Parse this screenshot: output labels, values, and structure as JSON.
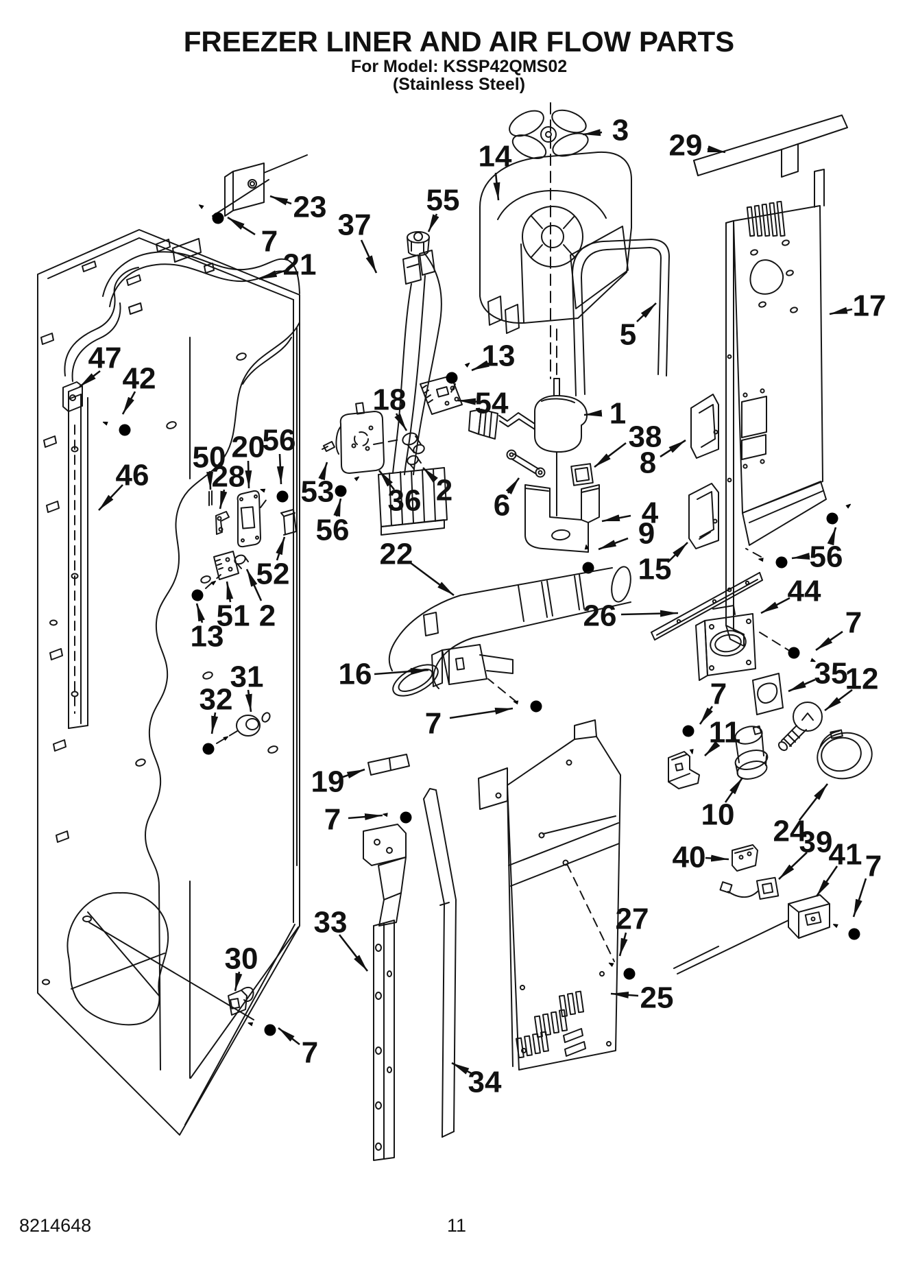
{
  "title": {
    "line1": "FREEZER LINER AND AIR FLOW PARTS",
    "line2": "For Model: KSSP42QMS02",
    "line3": "(Stainless Steel)"
  },
  "footer": {
    "doc_number": "8214648",
    "page_number": "11"
  },
  "colors": {
    "ink": "#151515",
    "paper": "#ffffff"
  },
  "diagram": {
    "callouts": [
      {
        "label": "3",
        "text": [
          905,
          190
        ],
        "arrows": [
          [
            878,
            193,
            850,
            196
          ]
        ]
      },
      {
        "label": "14",
        "text": [
          722,
          228
        ],
        "arrows": [
          [
            723,
            252,
            727,
            292
          ]
        ]
      },
      {
        "label": "29",
        "text": [
          1000,
          212
        ],
        "arrows": [
          [
            1032,
            217,
            1058,
            222
          ]
        ]
      },
      {
        "label": "23",
        "text": [
          452,
          302
        ],
        "arrows": [
          [
            425,
            297,
            394,
            286
          ]
        ]
      },
      {
        "label": "7",
        "text": [
          393,
          352
        ],
        "arrows": [
          [
            372,
            342,
            332,
            317
          ]
        ]
      },
      {
        "label": "37",
        "text": [
          517,
          328
        ],
        "arrows": [
          [
            527,
            350,
            549,
            398
          ]
        ]
      },
      {
        "label": "55",
        "text": [
          646,
          292
        ],
        "arrows": [
          [
            637,
            312,
            625,
            338
          ]
        ]
      },
      {
        "label": "21",
        "text": [
          437,
          386
        ],
        "arrows": [
          [
            418,
            394,
            378,
            407
          ]
        ]
      },
      {
        "label": "5",
        "text": [
          916,
          488
        ],
        "arrows": [
          [
            929,
            469,
            957,
            442
          ]
        ]
      },
      {
        "label": "17",
        "text": [
          1268,
          446
        ],
        "arrows": [
          [
            1243,
            451,
            1210,
            458
          ]
        ]
      },
      {
        "label": "13",
        "text": [
          727,
          519
        ],
        "arrows": [
          [
            712,
            530,
            688,
            540
          ]
        ]
      },
      {
        "label": "18",
        "text": [
          568,
          583
        ],
        "arrows": [
          [
            578,
            603,
            593,
            628
          ]
        ]
      },
      {
        "label": "54",
        "text": [
          717,
          588
        ],
        "arrows": [
          [
            699,
            586,
            668,
            584
          ]
        ]
      },
      {
        "label": "47",
        "text": [
          153,
          522
        ],
        "arrows": [
          [
            146,
            541,
            116,
            564
          ]
        ]
      },
      {
        "label": "42",
        "text": [
          203,
          552
        ],
        "arrows": [
          [
            197,
            571,
            179,
            604
          ]
        ]
      },
      {
        "label": "1",
        "text": [
          901,
          603
        ],
        "arrows": [
          [
            873,
            603,
            852,
            605
          ]
        ]
      },
      {
        "label": "38",
        "text": [
          941,
          637
        ],
        "arrows": [
          [
            913,
            646,
            867,
            681
          ]
        ]
      },
      {
        "label": "8",
        "text": [
          945,
          675
        ],
        "arrows": [
          [
            963,
            666,
            1000,
            642
          ]
        ]
      },
      {
        "label": "46",
        "text": [
          193,
          693
        ],
        "arrows": [
          [
            179,
            707,
            144,
            744
          ]
        ]
      },
      {
        "label": "50",
        "text": [
          305,
          667
        ],
        "arrows": [
          [
            306,
            687,
            307,
            714
          ]
        ]
      },
      {
        "label": "20",
        "text": [
          362,
          652
        ],
        "arrows": [
          [
            362,
            672,
            363,
            712
          ]
        ]
      },
      {
        "label": "56",
        "text": [
          407,
          642
        ],
        "arrows": [
          [
            408,
            662,
            410,
            706
          ]
        ]
      },
      {
        "label": "28",
        "text": [
          333,
          695
        ],
        "arrows": [
          [
            327,
            714,
            321,
            742
          ]
        ]
      },
      {
        "label": "53",
        "text": [
          463,
          717
        ],
        "arrows": [
          [
            469,
            699,
            477,
            674
          ]
        ]
      },
      {
        "label": "56",
        "text": [
          485,
          773
        ],
        "arrows": [
          [
            491,
            753,
            497,
            727
          ]
        ]
      },
      {
        "label": "52",
        "text": [
          398,
          837
        ],
        "arrows": [
          [
            404,
            817,
            415,
            783
          ]
        ]
      },
      {
        "label": "51",
        "text": [
          340,
          898
        ],
        "arrows": [
          [
            336,
            878,
            331,
            848
          ]
        ]
      },
      {
        "label": "2",
        "text": [
          390,
          898
        ],
        "arrows": [
          [
            381,
            876,
            360,
            830
          ]
        ]
      },
      {
        "label": "13",
        "text": [
          302,
          928
        ],
        "arrows": [
          [
            295,
            908,
            287,
            880
          ]
        ]
      },
      {
        "label": "36",
        "text": [
          590,
          730
        ],
        "arrows": [
          [
            575,
            714,
            553,
            686
          ]
        ]
      },
      {
        "label": "2",
        "text": [
          648,
          715
        ],
        "arrows": [
          [
            635,
            700,
            617,
            682
          ]
        ]
      },
      {
        "label": "6",
        "text": [
          732,
          737
        ],
        "arrows": [
          [
            741,
            719,
            757,
            697
          ]
        ]
      },
      {
        "label": "4",
        "text": [
          948,
          748
        ],
        "arrows": [
          [
            920,
            752,
            878,
            760
          ]
        ]
      },
      {
        "label": "9",
        "text": [
          943,
          778
        ],
        "arrows": [
          [
            916,
            785,
            873,
            801
          ]
        ]
      },
      {
        "label": "15",
        "text": [
          955,
          830
        ],
        "arrows": [
          [
            974,
            820,
            1003,
            791
          ]
        ]
      },
      {
        "label": "26",
        "text": [
          875,
          898
        ],
        "arrows": [
          [
            906,
            896,
            989,
            894
          ]
        ]
      },
      {
        "label": "22",
        "text": [
          578,
          808
        ],
        "arrows": [
          [
            599,
            821,
            662,
            868
          ]
        ]
      },
      {
        "label": "16",
        "text": [
          518,
          983
        ],
        "arrows": [
          [
            546,
            983,
            625,
            977
          ]
        ]
      },
      {
        "label": "7",
        "text": [
          632,
          1055
        ],
        "arrows": [
          [
            656,
            1047,
            748,
            1033
          ]
        ]
      },
      {
        "label": "44",
        "text": [
          1173,
          862
        ],
        "arrows": [
          [
            1152,
            872,
            1110,
            894
          ]
        ]
      },
      {
        "label": "7",
        "text": [
          1245,
          908
        ],
        "arrows": [
          [
            1229,
            921,
            1190,
            948
          ]
        ]
      },
      {
        "label": "35",
        "text": [
          1212,
          982
        ],
        "arrows": [
          [
            1189,
            991,
            1150,
            1008
          ]
        ]
      },
      {
        "label": "12",
        "text": [
          1257,
          990
        ],
        "arrows": [
          [
            1243,
            1006,
            1203,
            1036
          ]
        ]
      },
      {
        "label": "7",
        "text": [
          1048,
          1012
        ],
        "arrows": [
          [
            1039,
            1030,
            1021,
            1056
          ]
        ]
      },
      {
        "label": "11",
        "text": [
          1057,
          1068
        ],
        "arrows": [
          [
            1046,
            1085,
            1028,
            1102
          ]
        ]
      },
      {
        "label": "10",
        "text": [
          1047,
          1188
        ],
        "arrows": [
          [
            1058,
            1170,
            1083,
            1134
          ]
        ]
      },
      {
        "label": "24",
        "text": [
          1152,
          1212
        ],
        "arrows": [
          [
            1166,
            1196,
            1207,
            1143
          ]
        ]
      },
      {
        "label": "40",
        "text": [
          1005,
          1250
        ],
        "arrows": [
          [
            1029,
            1251,
            1063,
            1253
          ]
        ]
      },
      {
        "label": "39",
        "text": [
          1190,
          1228
        ],
        "arrows": [
          [
            1177,
            1243,
            1136,
            1282
          ]
        ]
      },
      {
        "label": "41",
        "text": [
          1233,
          1246
        ],
        "arrows": [
          [
            1221,
            1263,
            1191,
            1307
          ]
        ]
      },
      {
        "label": "7",
        "text": [
          1274,
          1263
        ],
        "arrows": [
          [
            1263,
            1281,
            1245,
            1337
          ]
        ]
      },
      {
        "label": "27",
        "text": [
          922,
          1340
        ],
        "arrows": [
          [
            913,
            1360,
            904,
            1394
          ]
        ]
      },
      {
        "label": "25",
        "text": [
          958,
          1455
        ],
        "arrows": [
          [
            931,
            1452,
            891,
            1449
          ]
        ]
      },
      {
        "label": "19",
        "text": [
          478,
          1140
        ],
        "arrows": [
          [
            500,
            1133,
            532,
            1122
          ]
        ]
      },
      {
        "label": "7",
        "text": [
          485,
          1195
        ],
        "arrows": [
          [
            508,
            1193,
            558,
            1189
          ]
        ]
      },
      {
        "label": "31",
        "text": [
          360,
          987
        ],
        "arrows": [
          [
            362,
            1006,
            366,
            1038
          ]
        ]
      },
      {
        "label": "32",
        "text": [
          315,
          1020
        ],
        "arrows": [
          [
            314,
            1039,
            309,
            1070
          ]
        ]
      },
      {
        "label": "33",
        "text": [
          482,
          1345
        ],
        "arrows": [
          [
            495,
            1363,
            536,
            1416
          ]
        ]
      },
      {
        "label": "34",
        "text": [
          707,
          1578
        ],
        "arrows": [
          [
            691,
            1567,
            659,
            1550
          ]
        ]
      },
      {
        "label": "30",
        "text": [
          352,
          1398
        ],
        "arrows": [
          [
            349,
            1417,
            343,
            1445
          ]
        ]
      },
      {
        "label": "7",
        "text": [
          452,
          1535
        ],
        "arrows": [
          [
            437,
            1523,
            406,
            1499
          ]
        ]
      },
      {
        "label": "56",
        "text": [
          1205,
          812
        ],
        "arrows": [
          [
            1181,
            811,
            1155,
            814
          ],
          [
            1212,
            792,
            1219,
            769
          ]
        ]
      }
    ]
  }
}
